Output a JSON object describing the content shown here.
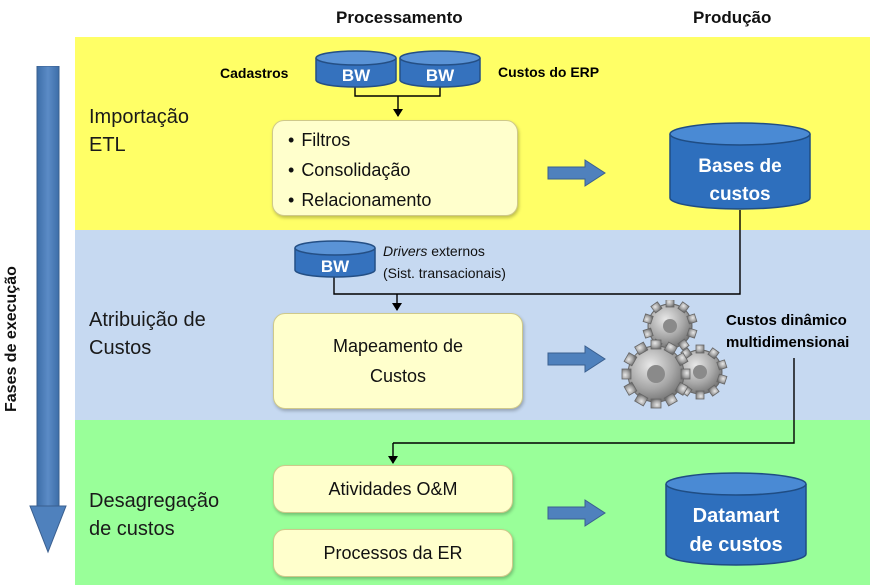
{
  "headers": {
    "processing": "Processamento",
    "production": "Produção"
  },
  "side_label": "Fases de execução",
  "phases": {
    "import": [
      "Importação",
      "ETL"
    ],
    "attribution": [
      "Atribuição de",
      "Custos"
    ],
    "disaggregation": [
      "Desagregação",
      "de custos"
    ]
  },
  "sources": {
    "cadastros": "Cadastros",
    "custos_erp": "Custos do ERP",
    "bw": "BW"
  },
  "etl_box": {
    "items": [
      "Filtros",
      "Consolidação",
      "Relacionamento"
    ]
  },
  "drivers": {
    "italic": "Drivers",
    "rest": " externos",
    "line2": "(Sist. transacionais)"
  },
  "mapping_box": [
    "Mapeamento de",
    "Custos"
  ],
  "disagg_boxes": {
    "activities": "Atividades O&M",
    "processes": "Processos da ER"
  },
  "outputs": {
    "bases": [
      "Bases de",
      "custos"
    ],
    "dynamic": [
      "Custos dinâmico",
      "multidimensionai"
    ],
    "datamart": [
      "Datamart",
      "de custos"
    ]
  },
  "colors": {
    "yellow_band": "#ffff66",
    "blue_band": "#c6d9f1",
    "green_band": "#99ff99",
    "cylinder": "#2e6fbd",
    "arrow": "#4f81bd",
    "box_fill": "#ffffcc"
  },
  "icons": [
    "database-cylinder",
    "right-arrow",
    "gears-icon",
    "down-arrow"
  ]
}
